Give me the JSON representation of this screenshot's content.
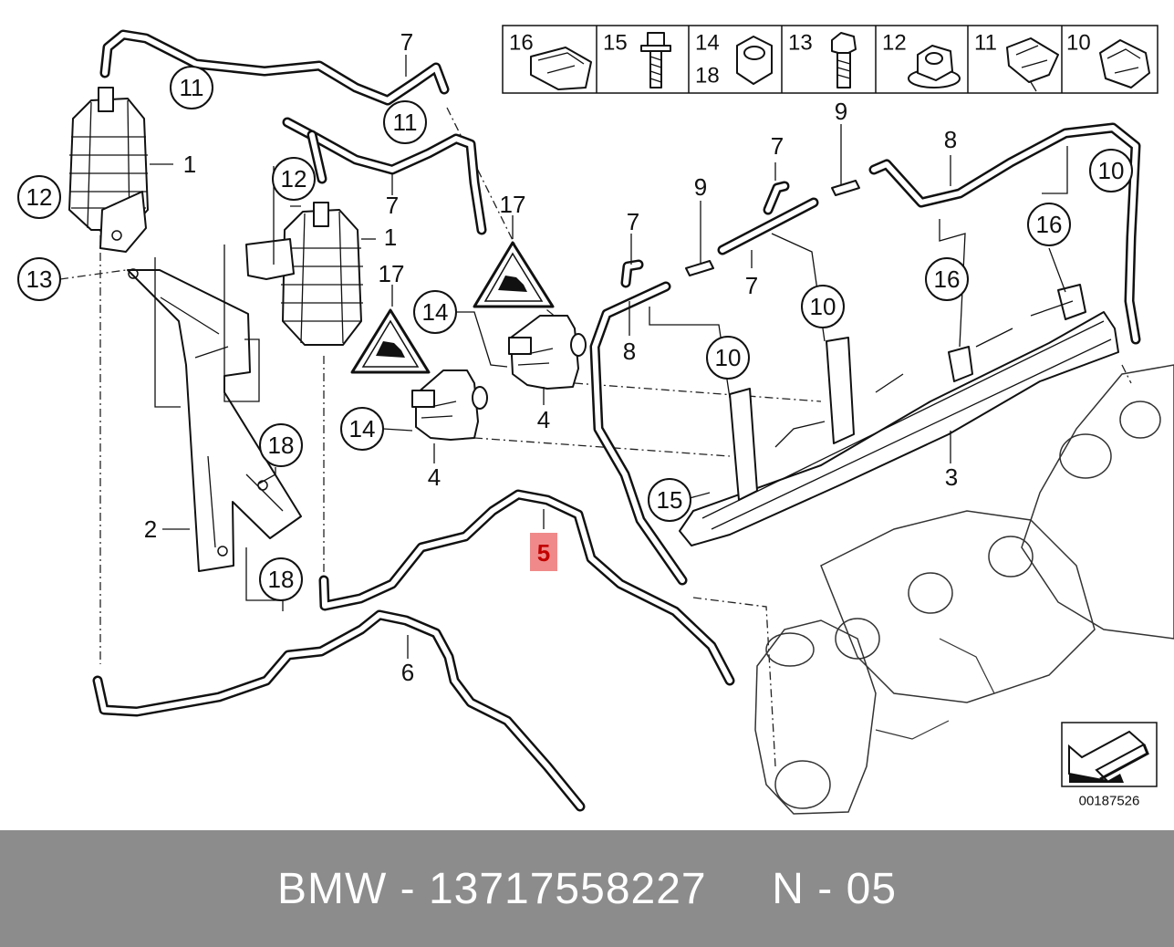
{
  "header_table": [
    {
      "nums": [
        "16"
      ]
    },
    {
      "nums": [
        "15"
      ]
    },
    {
      "nums": [
        "14",
        "18"
      ]
    },
    {
      "nums": [
        "13"
      ]
    },
    {
      "nums": [
        "12"
      ]
    },
    {
      "nums": [
        "11"
      ]
    },
    {
      "nums": [
        "10"
      ]
    }
  ],
  "callouts": {
    "c11a": "11",
    "c11b": "11",
    "c12a": "12",
    "c12b": "12",
    "c13": "13",
    "c14a": "14",
    "c14b": "14",
    "c18a": "18",
    "c18b": "18",
    "c15": "15",
    "c10a": "10",
    "c10b": "10",
    "c10c": "10",
    "c16a": "16",
    "c16b": "16"
  },
  "labels": {
    "l7a": "7",
    "l7b": "7",
    "l7c": "7",
    "l7d": "7",
    "l7e": "7",
    "l1a": "1",
    "l1b": "1",
    "l17a": "17",
    "l17b": "17",
    "l9a": "9",
    "l9b": "9",
    "l8a": "8",
    "l8b": "8",
    "l4a": "4",
    "l4b": "4",
    "l3": "3",
    "l2": "2",
    "l6": "6"
  },
  "highlight_label": "5",
  "highlight_color": "#f08a8a",
  "doc_number": "00187526",
  "footer": {
    "brand": "BMW",
    "separator": " - ",
    "part_number": "13717558227",
    "page": "N - 05"
  }
}
